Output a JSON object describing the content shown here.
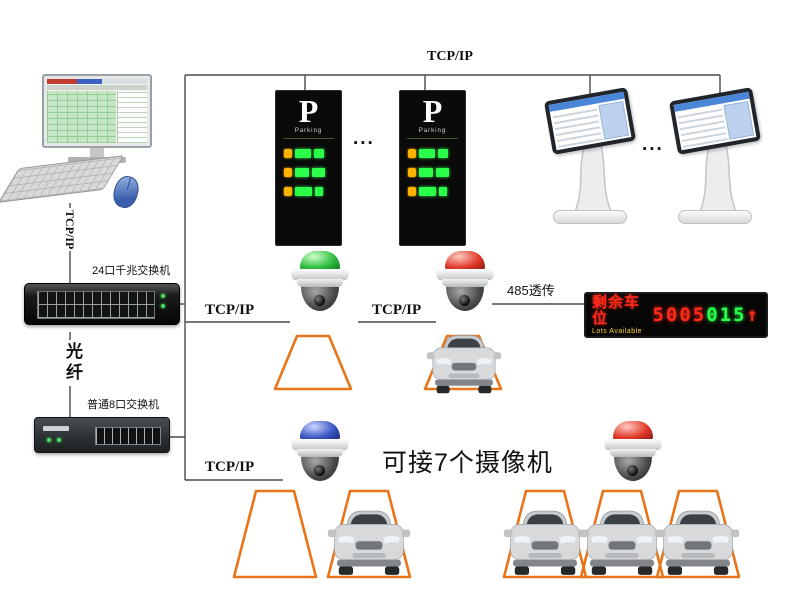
{
  "diagram": {
    "top_bus_label": "TCP/IP",
    "pc_link_label": "TCP/IP",
    "switch24_label": "24口千兆交换机",
    "fiber_label": "光纤",
    "switch8_label": "普通8口交换机",
    "branch1_label": "TCP/IP",
    "branch2_label": "TCP/IP",
    "branch3_label": "TCP/IP",
    "rs485_label": "485透传",
    "cameras_note": "可接7个摄像机",
    "ellipsis_signs": "...",
    "ellipsis_kiosks": "..."
  },
  "parking_sign": {
    "letter": "P",
    "word": "Parking"
  },
  "led_display": {
    "title": "剩余车位",
    "subtitle": "Lots Available",
    "value_red": "5005",
    "value_green": "015",
    "arrow": "↑"
  },
  "colors": {
    "line": "#4a4a4a",
    "marking_orange": "#e8751a",
    "camera_green": "#2fbf3f",
    "camera_red": "#e03a2a",
    "camera_blue": "#3b55c4",
    "led_red": "#ff2a1a",
    "led_green": "#2aff4a"
  }
}
